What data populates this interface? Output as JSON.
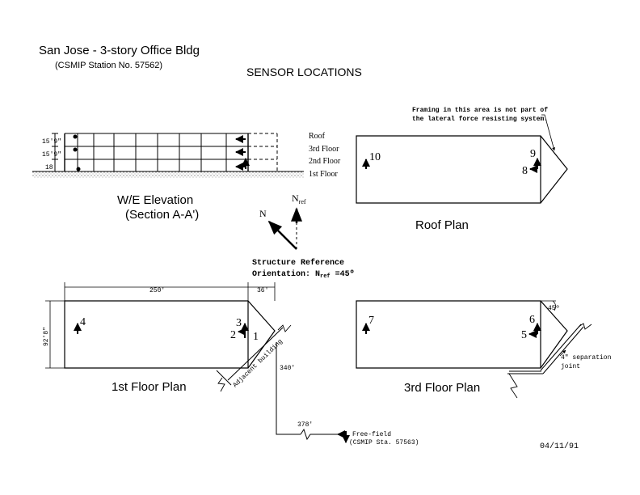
{
  "header": {
    "title": "San Jose - 3-story Office Bldg",
    "station": "(CSMIP Station No. 57562)",
    "heading": "SENSOR LOCATIONS"
  },
  "elevation": {
    "title": "W/E Elevation",
    "subtitle": "(Section A-A')",
    "heights": [
      "15'9\"",
      "15'9\"",
      "18'"
    ],
    "levels": [
      "Roof",
      "3rd Floor",
      "2nd Floor",
      "1st Floor"
    ]
  },
  "north": {
    "n_label": "N",
    "nref_label": "N",
    "nref_sub": "ref",
    "orientation_line1": "Structure Reference",
    "orientation_line2_prefix": "Orientation: N",
    "orientation_sub": "ref",
    "orientation_value": " =45º"
  },
  "roof_plan": {
    "title": "Roof Plan",
    "note_line1": "Framing in this area is not part of",
    "note_line2": "the lateral force resisting system.",
    "sensors": [
      "10",
      "9",
      "8"
    ]
  },
  "first_floor_plan": {
    "title": "1st Floor Plan",
    "dim_length": "250'",
    "dim_end": "36'",
    "dim_width": "92'8\"",
    "sensors": [
      "4",
      "3",
      "2",
      "1"
    ],
    "adjacent_label": "Adjacent building",
    "dist_340": "340'",
    "dist_378": "378'",
    "free_field_line1": "Free-field",
    "free_field_line2": "(CSMIP Sta. 57563)"
  },
  "third_floor_plan": {
    "title": "3rd Floor Plan",
    "angle": "45º",
    "sensors": [
      "7",
      "6",
      "5"
    ],
    "joint_line1": "4\" separation",
    "joint_line2": "joint"
  },
  "date": "04/11/91"
}
